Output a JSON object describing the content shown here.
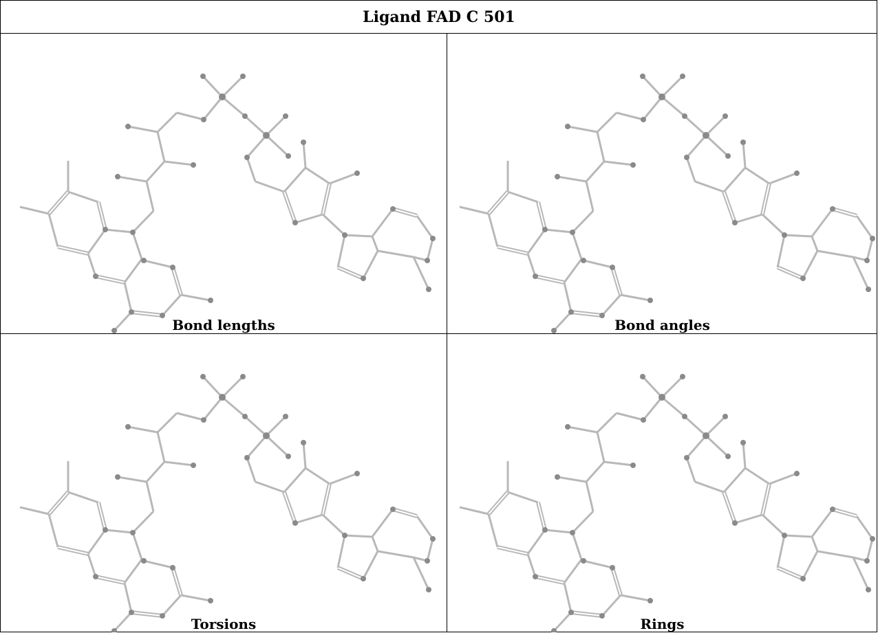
{
  "title": "Ligand FAD C 501",
  "panels": [
    {
      "caption": "Bond lengths"
    },
    {
      "caption": "Bond angles"
    },
    {
      "caption": "Torsions"
    },
    {
      "caption": "Rings"
    }
  ],
  "colors": {
    "bond": "#b8b8b8",
    "atom": "#8a8a8a",
    "border": "#000000"
  }
}
